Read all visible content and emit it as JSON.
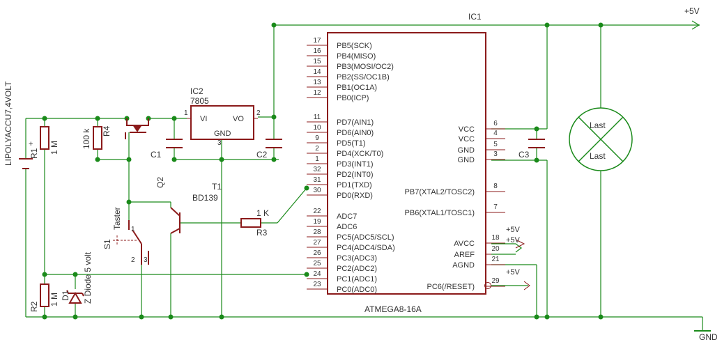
{
  "colors": {
    "wire": "#1a8a1a",
    "part": "#8b1a1a",
    "text": "#333333"
  },
  "labels": {
    "ic1": "IC1",
    "ic1_part": "ATMEGA8-16A",
    "ic2": "IC2",
    "ic2_value": "7805",
    "ic2_vi": "VI",
    "ic2_vo": "VO",
    "ic2_gnd": "GND",
    "ic2_pin1": "1",
    "ic2_pin2": "2",
    "ic2_pin3": "3",
    "c1": "C1",
    "c2": "C2",
    "c3": "C3",
    "r1": "R1",
    "r1_value": "1 M",
    "r2": "R2",
    "r2_value": "1 M",
    "r3": "R3",
    "r3_value": "1 K",
    "r4": "R4",
    "r4_value": "100 k",
    "q2": "Q2",
    "t1": "T1",
    "t1_value": "BD139",
    "s1": "S1",
    "s1_value": "Taster",
    "s1_pin1": "1",
    "s1_pin2": "2",
    "s1_pin3": "3",
    "d1": "D1",
    "d1_value": "Z Diode 5 volt",
    "battery": "LIPOLYACCU7,4VOLT",
    "battery_plus": "+",
    "lamp_top": "Last",
    "lamp_bottom": "Last",
    "vcc_main": "+5V",
    "gnd": "GND",
    "vcc_avcc": "+5V",
    "vcc_aref": "+5V",
    "vcc_reset": "+5V"
  },
  "left_pins": [
    {
      "num": "17",
      "name": "PB5(SCK)"
    },
    {
      "num": "16",
      "name": "PB4(MISO)"
    },
    {
      "num": "15",
      "name": "PB3(MOSI/OC2)"
    },
    {
      "num": "14",
      "name": "PB2(SS/OC1B)"
    },
    {
      "num": "13",
      "name": "PB1(OC1A)"
    },
    {
      "num": "12",
      "name": "PB0(ICP)"
    },
    {
      "num": "11",
      "name": "PD7(AIN1)"
    },
    {
      "num": "10",
      "name": "PD6(AIN0)"
    },
    {
      "num": "9",
      "name": "PD5(T1)"
    },
    {
      "num": "2",
      "name": "PD4(XCK/T0)"
    },
    {
      "num": "1",
      "name": "PD3(INT1)"
    },
    {
      "num": "32",
      "name": "PD2(INT0)"
    },
    {
      "num": "31",
      "name": "PD1(TXD)"
    },
    {
      "num": "30",
      "name": "PD0(RXD)"
    },
    {
      "num": "22",
      "name": "ADC7"
    },
    {
      "num": "19",
      "name": "ADC6"
    },
    {
      "num": "28",
      "name": "PC5(ADC5/SCL)"
    },
    {
      "num": "27",
      "name": "PC4(ADC4/SDA)"
    },
    {
      "num": "26",
      "name": "PC3(ADC3)"
    },
    {
      "num": "25",
      "name": "PC2(ADC2)"
    },
    {
      "num": "24",
      "name": "PC1(ADC1)"
    },
    {
      "num": "23",
      "name": "PC0(ADC0)"
    }
  ],
  "right_pins": [
    {
      "num": "6",
      "name": "VCC"
    },
    {
      "num": "4",
      "name": "VCC"
    },
    {
      "num": "5",
      "name": "GND"
    },
    {
      "num": "3",
      "name": "GND"
    },
    {
      "num": "8",
      "name": "PB7(XTAL2/TOSC2)"
    },
    {
      "num": "7",
      "name": "PB6(XTAL1/TOSC1)"
    },
    {
      "num": "18",
      "name": "AVCC"
    },
    {
      "num": "20",
      "name": "AREF"
    },
    {
      "num": "21",
      "name": "AGND"
    },
    {
      "num": "29",
      "name": "PC6(/RESET)"
    }
  ]
}
